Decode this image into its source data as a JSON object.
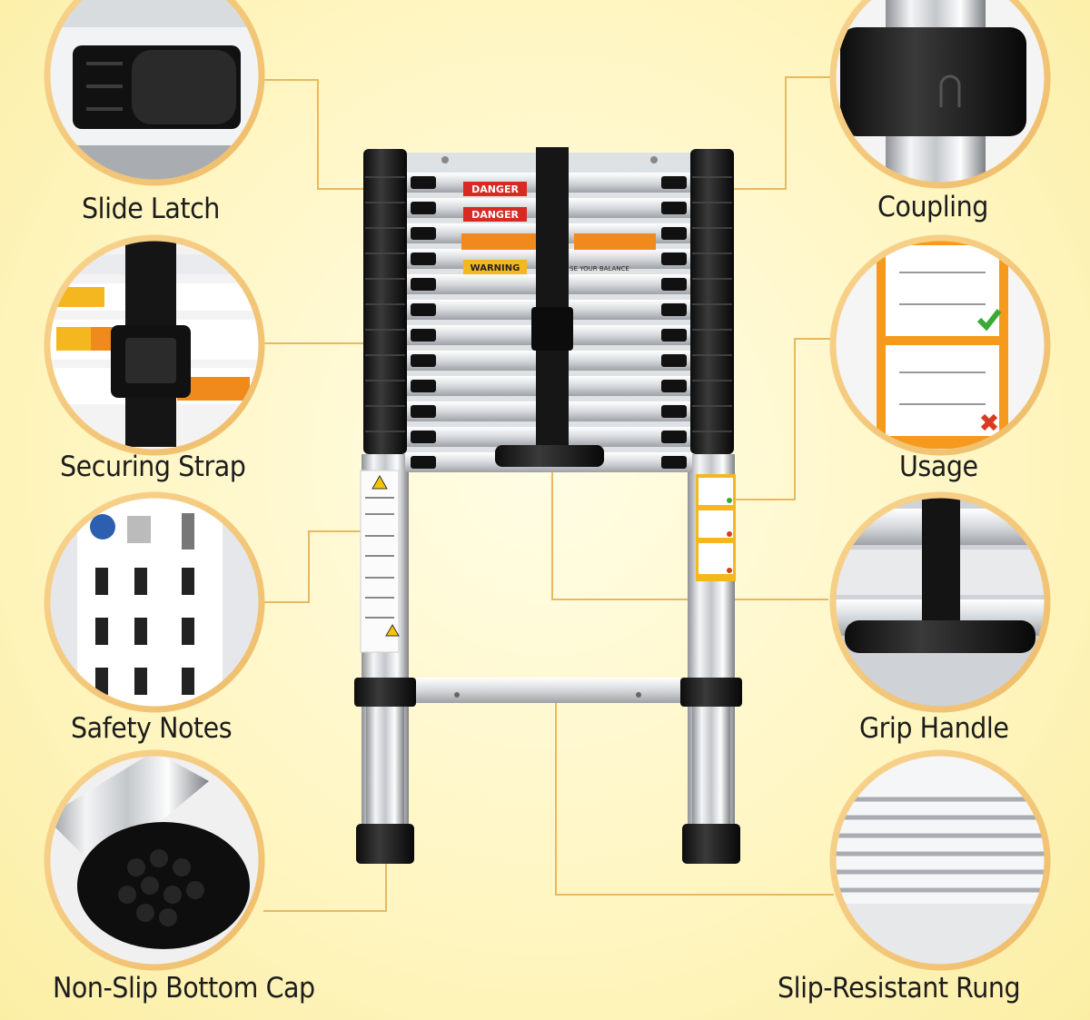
{
  "features": {
    "slide_latch": "Slide Latch",
    "coupling": "Coupling",
    "securing_strap": "Securing Strap",
    "usage": "Usage",
    "safety_notes": "Safety Notes",
    "grip_handle": "Grip Handle",
    "non_slip_bottom_cap": "Non-Slip Bottom Cap",
    "slip_resistant_rung": "Slip-Resistant Rung"
  },
  "ladder_labels": {
    "danger_1": "DANGER",
    "danger_2": "DANGER",
    "warning": "WARNING",
    "balance_text": "SE YOUR BALANCE"
  },
  "colors": {
    "background": "#fff6c4",
    "ring": "#f4c97e",
    "leader_line": "#e8b860",
    "warning_orange": "#f08a1c",
    "danger_red": "#d82a22"
  }
}
